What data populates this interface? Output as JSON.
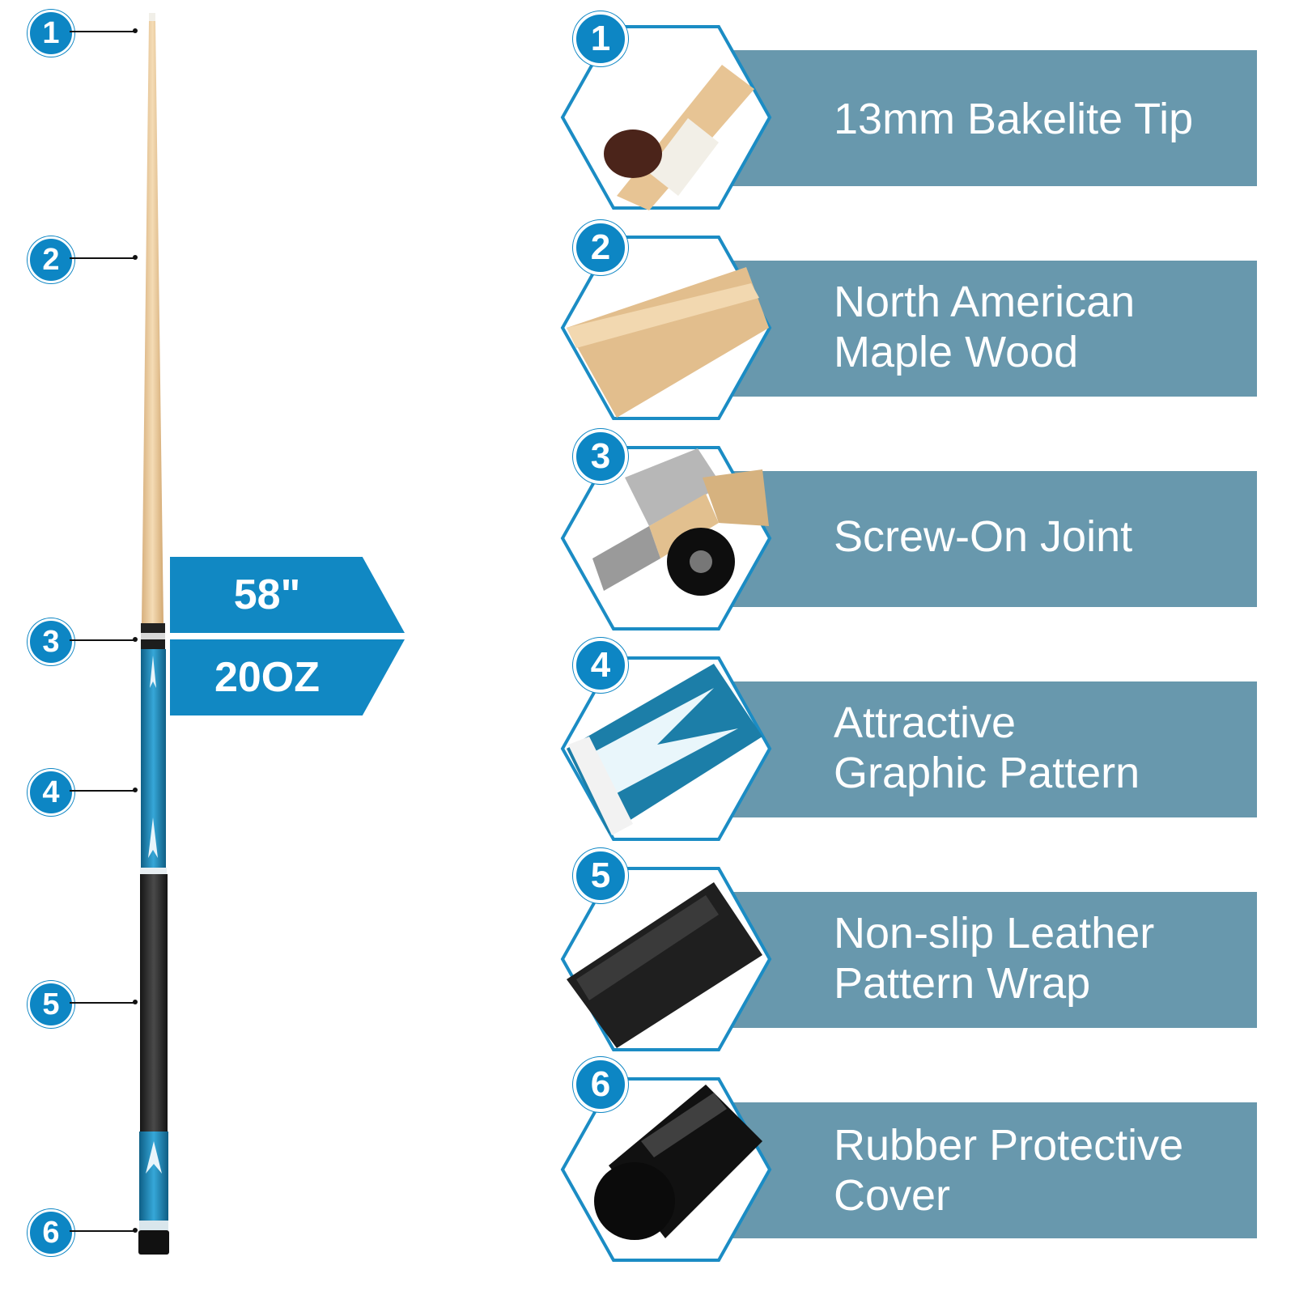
{
  "cue": {
    "markers": [
      "1",
      "2",
      "3",
      "4",
      "5",
      "6"
    ]
  },
  "specs": {
    "length": "58\"",
    "weight": "20OZ"
  },
  "features": [
    {
      "number": "1",
      "lines": [
        "13mm Bakelite Tip"
      ],
      "image_icon": "cue-tip-image"
    },
    {
      "number": "2",
      "lines": [
        "North American",
        "Maple Wood"
      ],
      "image_icon": "maple-wood-image"
    },
    {
      "number": "3",
      "lines": [
        "Screw-On Joint"
      ],
      "image_icon": "screw-joint-image"
    },
    {
      "number": "4",
      "lines": [
        "Attractive",
        "Graphic Pattern"
      ],
      "image_icon": "graphic-pattern-image"
    },
    {
      "number": "5",
      "lines": [
        "Non-slip Leather",
        "Pattern Wrap"
      ],
      "image_icon": "leather-wrap-image"
    },
    {
      "number": "6",
      "lines": [
        "Rubber Protective",
        "Cover"
      ],
      "image_icon": "rubber-cover-image"
    }
  ],
  "colors": {
    "accent_blue": "#0d86c4",
    "band_blue_gray": "#6898ad",
    "maple": "#e8c99a",
    "butt_blue": "#1a86b8",
    "wrap_black": "#2a2a2a"
  }
}
